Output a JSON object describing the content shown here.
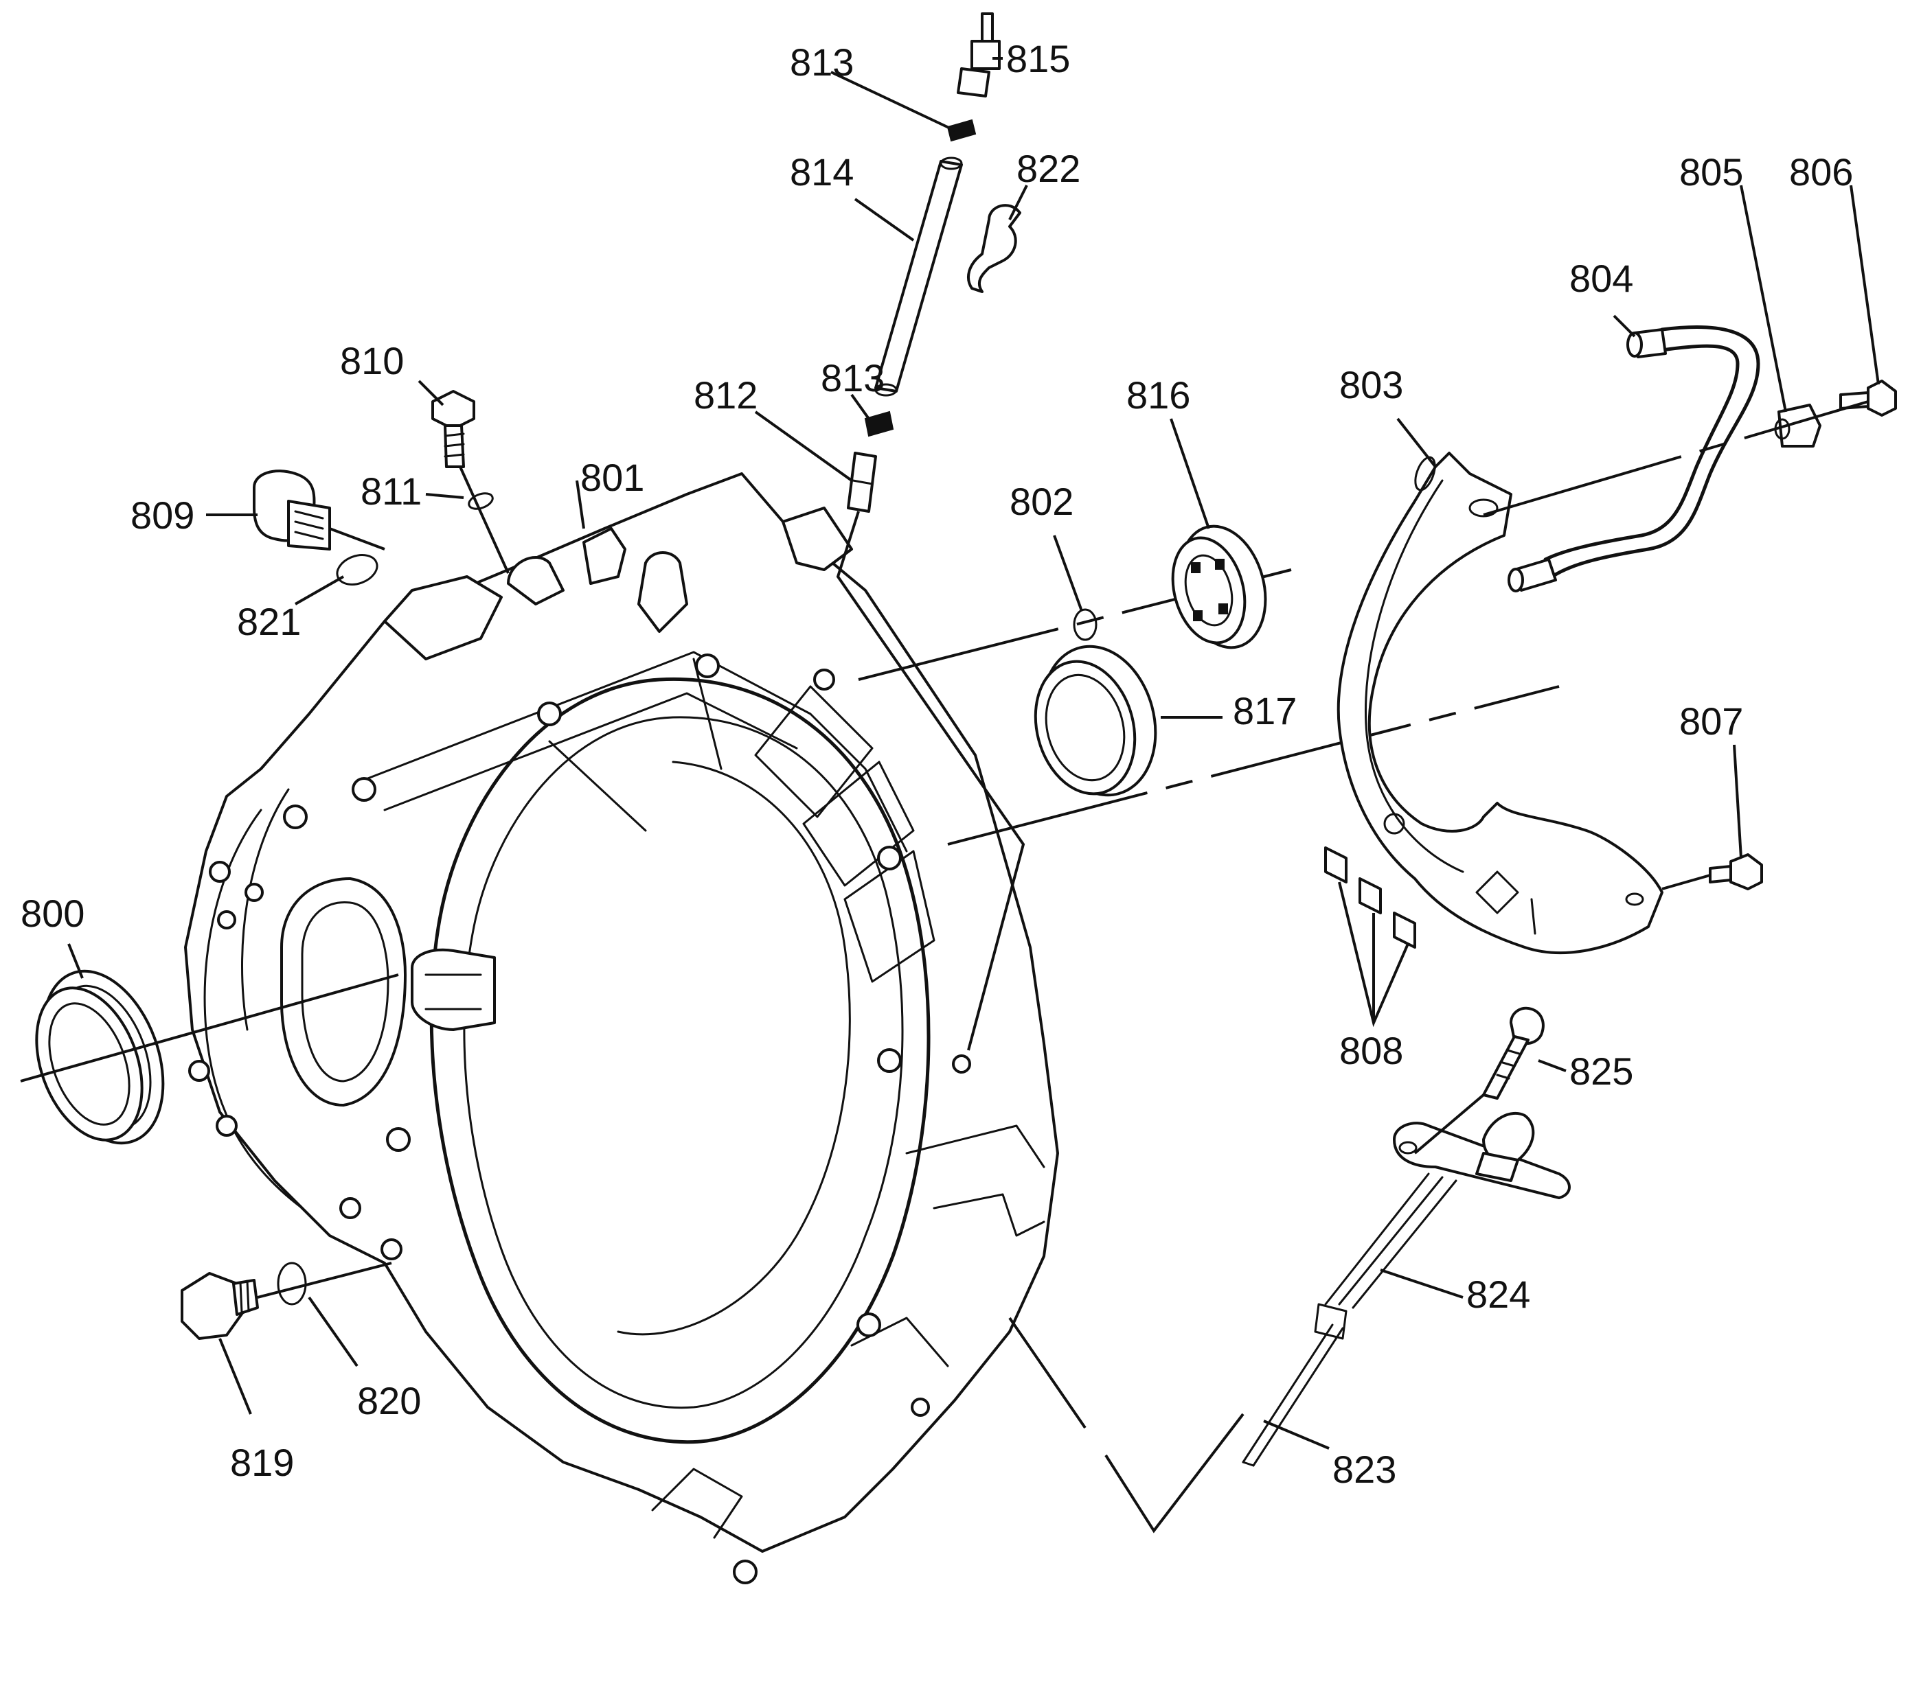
{
  "callouts": {
    "c800": "800",
    "c801": "801",
    "c802": "802",
    "c803": "803",
    "c804": "804",
    "c805": "805",
    "c806": "806",
    "c807": "807",
    "c808": "808",
    "c809": "809",
    "c810": "810",
    "c811": "811",
    "c812": "812",
    "c813a": "813",
    "c813b": "813",
    "c814": "814",
    "c815": "815",
    "c816": "816",
    "c817": "817",
    "c819": "819",
    "c820": "820",
    "c821": "821",
    "c822": "822",
    "c823": "823",
    "c824": "824",
    "c825": "825"
  },
  "colors": {
    "line": "#111111",
    "background": "#ffffff"
  }
}
